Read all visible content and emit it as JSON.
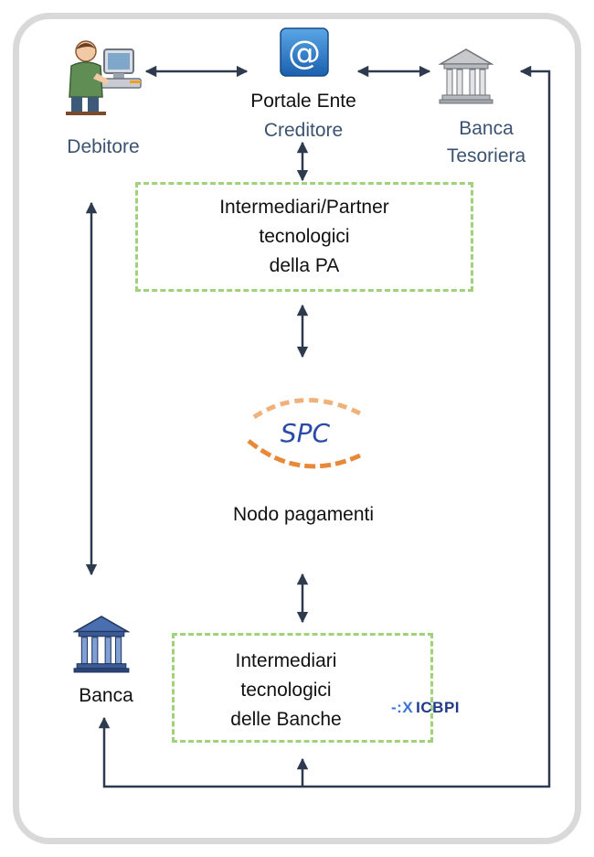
{
  "nodes": {
    "debitore": "Debitore",
    "portale_line1": "Portale Ente",
    "portale_line2": "Creditore",
    "banca_tesoriera_line1": "Banca",
    "banca_tesoriera_line2": "Tesoriera",
    "intermediari_pa_line1": "Intermediari/Partner",
    "intermediari_pa_line2": "tecnologici",
    "intermediari_pa_line3": "della PA",
    "nodo": "Nodo pagamenti",
    "banca": "Banca",
    "intermediari_banche_line1": "Intermediari",
    "intermediari_banche_line2": "tecnologici",
    "intermediari_banche_line3": "delle Banche"
  },
  "logos": {
    "spc": "SPC",
    "icbpi": "ICBPI",
    "portal_symbol": "@"
  },
  "colors": {
    "arrow": "#2e3b4e",
    "dashed_border": "#9fd27a",
    "frame": "#d9d9d9",
    "label_blue": "#3b5370"
  }
}
